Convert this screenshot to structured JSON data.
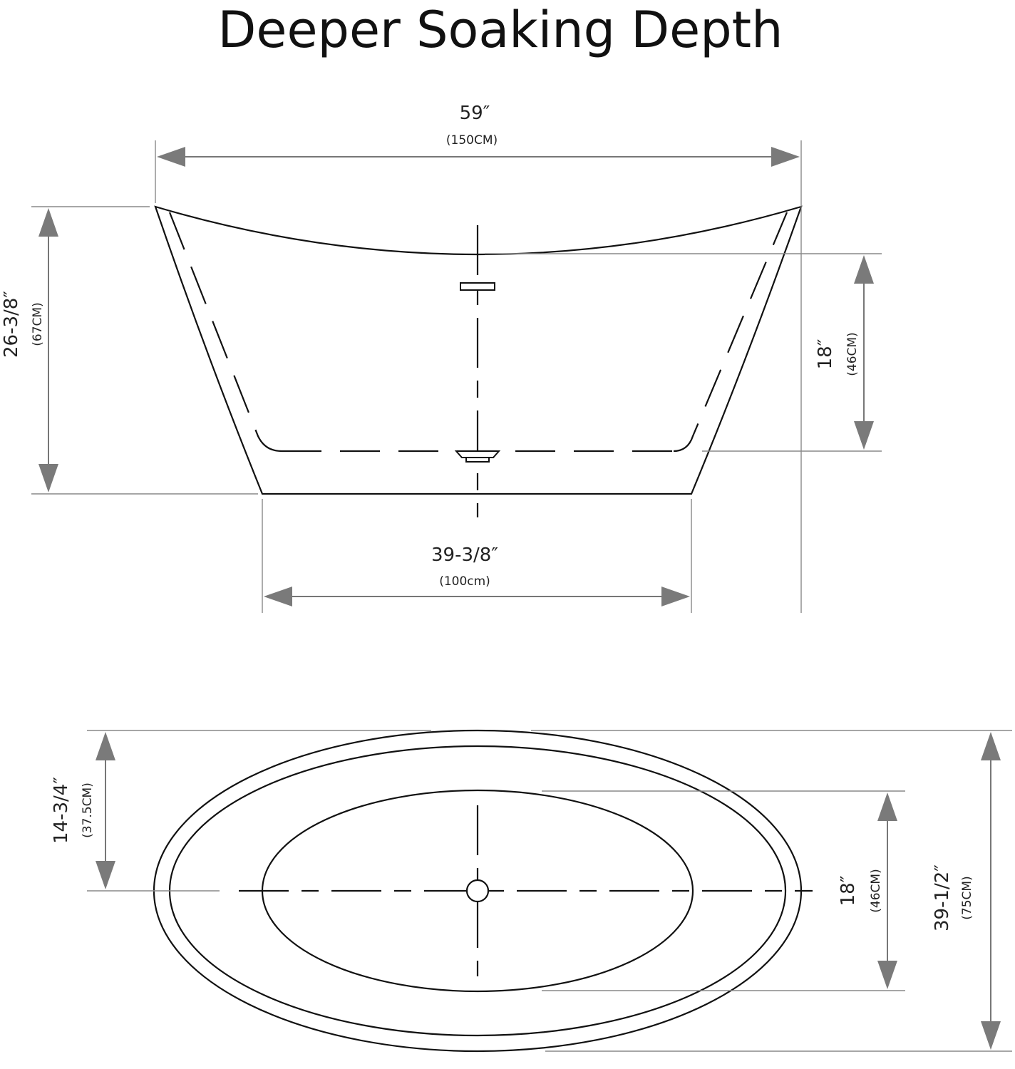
{
  "title": "Deeper Soaking Depth",
  "side_view": {
    "overall_length": {
      "imperial": "59″",
      "metric": "(150CM)"
    },
    "overall_height": {
      "imperial": "26-3/8″",
      "metric": "(67CM)"
    },
    "soaking_depth": {
      "imperial": "18″",
      "metric": "(46CM)"
    },
    "base_length": {
      "imperial": "39-3/8″",
      "metric": "(100cm)"
    }
  },
  "top_view": {
    "drain_offset": {
      "imperial": "14-3/4″",
      "metric": "(37.5CM)"
    },
    "interior_width": {
      "imperial": "18″",
      "metric": "(46CM)"
    },
    "overall_width": {
      "imperial": "39-1/2″",
      "metric": "(75CM)"
    }
  },
  "colors": {
    "line": "#111111",
    "dimension": "#777777"
  }
}
